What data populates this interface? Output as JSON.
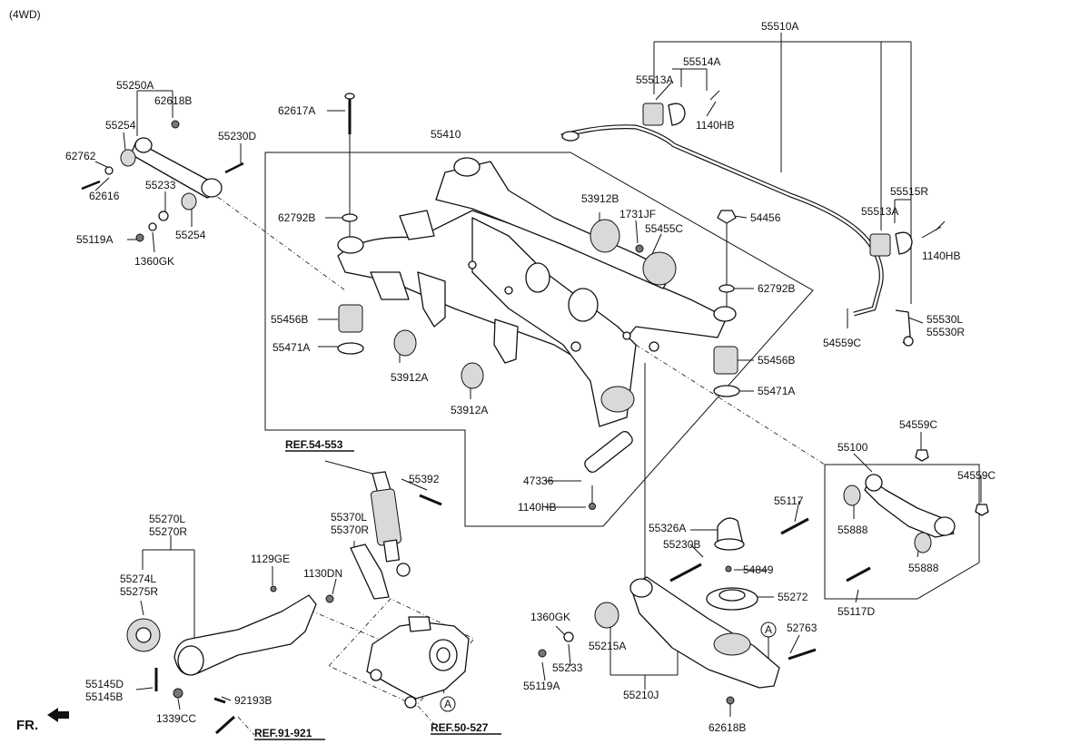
{
  "header": {
    "variant": "(4WD)"
  },
  "labels": {
    "p55510A": "55510A",
    "p55514A": "55514A",
    "p55513A_top": "55513A",
    "p1140HB_top": "1140HB",
    "p55515R": "55515R",
    "p55513A_right": "55513A",
    "p1140HB_right": "1140HB",
    "p54559C_right": "54559C",
    "p55530L": "55530L",
    "p55530R": "55530R",
    "p55250A": "55250A",
    "p62618B_top": "62618B",
    "p55254_top": "55254",
    "p62762": "62762",
    "p62616": "62616",
    "p55233_top": "55233",
    "p55254_mid": "55254",
    "p55119A_left": "55119A",
    "p1360GK_left": "1360GK",
    "p55230D": "55230D",
    "p62617A": "62617A",
    "p55410": "55410",
    "p62792B_left": "62792B",
    "p55456B_left": "55456B",
    "p55471A_left": "55471A",
    "p53912A_left": "53912A",
    "p53912A_mid": "53912A",
    "p53912B": "53912B",
    "p1731JF": "1731JF",
    "p55455C": "55455C",
    "p54456": "54456",
    "p62792B_right": "62792B",
    "p55456B_right": "55456B",
    "p55471A_right": "55471A",
    "p54559C_mid": "54559C",
    "p55100": "55100",
    "p54559C_far": "54559C",
    "p55117": "55117",
    "p55888_top": "55888",
    "p55888_bot": "55888",
    "p55117D": "55117D",
    "p47336": "47336",
    "p1140HB_bot": "1140HB",
    "p55392": "55392",
    "p55370L": "55370L",
    "p55370R": "55370R",
    "p1129GE": "1129GE",
    "p1130DN": "1130DN",
    "p55270L": "55270L",
    "p55270R": "55270R",
    "p55274L": "55274L",
    "p55275R": "55275R",
    "p55145D": "55145D",
    "p55145B": "55145B",
    "p1339CC": "1339CC",
    "p92193B": "92193B",
    "p55326A": "55326A",
    "p55230B": "55230B",
    "p54849": "54849",
    "p55272": "55272",
    "p1360GK_bot": "1360GK",
    "p55215A": "55215A",
    "p55233_bot": "55233",
    "p55119A_bot": "55119A",
    "p55210J": "55210J",
    "p52763": "52763",
    "p62618B_bot": "62618B"
  },
  "refs": {
    "ref54": "REF.54-553",
    "ref91": "REF.91-921",
    "ref50": "REF.50-527"
  },
  "markers": {
    "a1": "A",
    "a2": "A"
  },
  "footer": {
    "direction": "FR."
  }
}
